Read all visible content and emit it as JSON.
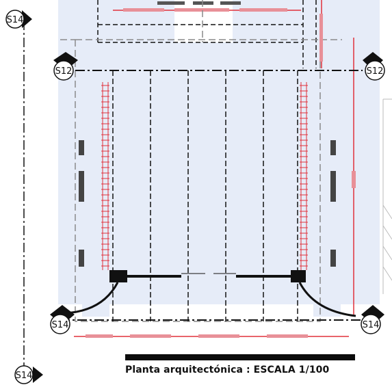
{
  "caption": "Planta arquitectónica : ESCALA 1/100",
  "section_labels": [
    {
      "id": "s14-top-left",
      "text": "S14"
    },
    {
      "id": "s12-left",
      "text": "S12"
    },
    {
      "id": "s12-right",
      "text": "S12"
    },
    {
      "id": "s14-bottom-left",
      "text": "S14"
    },
    {
      "id": "s14-bottom-right",
      "text": "S14"
    },
    {
      "id": "s14-page-bottom",
      "text": "S14"
    }
  ],
  "colors": {
    "floor_fill": "#e6ecf8",
    "line": "#111111",
    "accent_red": "#e0303a",
    "dash_gray": "#8a8a8a"
  }
}
